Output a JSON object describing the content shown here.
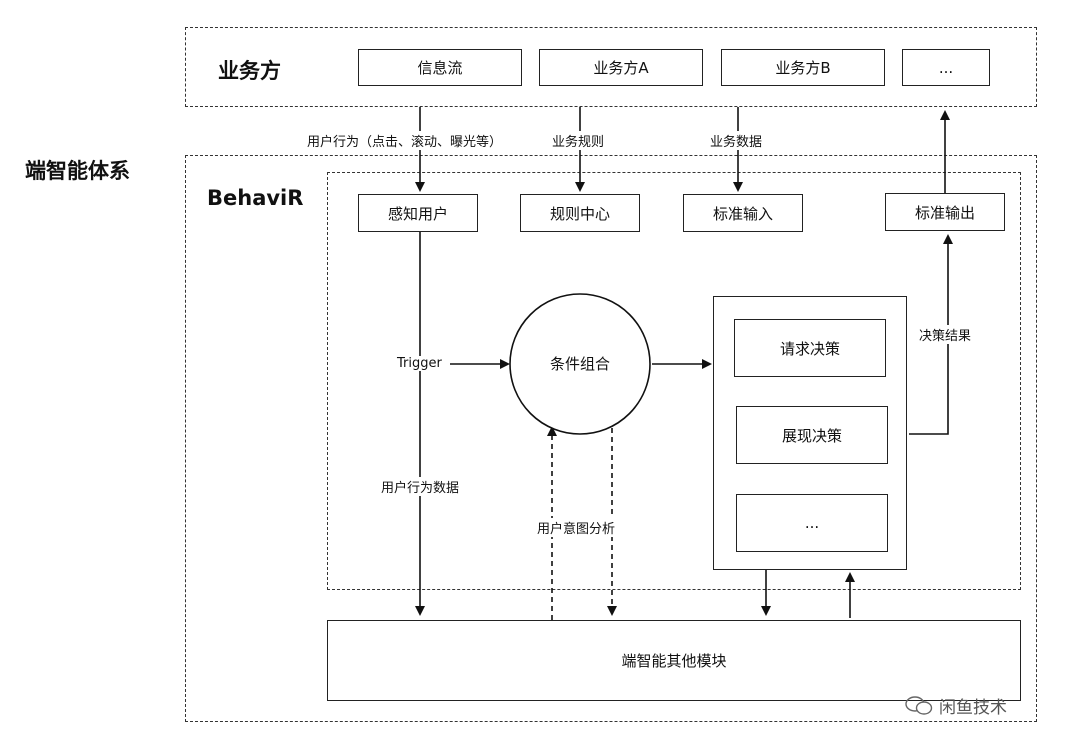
{
  "system_title": "端智能体系",
  "business_title": "业务方",
  "business_items": [
    "信息流",
    "业务方A",
    "业务方B",
    "..."
  ],
  "flow_labels": {
    "user_behavior": "用户行为（点击、滚动、曝光等）",
    "business_rules": "业务规则",
    "business_data": "业务数据"
  },
  "behavir_title": "BehaviR",
  "modules": {
    "perceive_user": "感知用户",
    "rule_center": "规则中心",
    "standard_input": "标准输入",
    "standard_output": "标准输出",
    "condition_combo": "条件组合",
    "trigger": "Trigger",
    "user_behavior_data": "用户行为数据",
    "user_intent_analysis": "用户意图分析",
    "decision_result": "决策结果"
  },
  "decisions": [
    "请求决策",
    "展现决策",
    "..."
  ],
  "other_modules": "端智能其他模块",
  "watermark": "闲鱼技术"
}
